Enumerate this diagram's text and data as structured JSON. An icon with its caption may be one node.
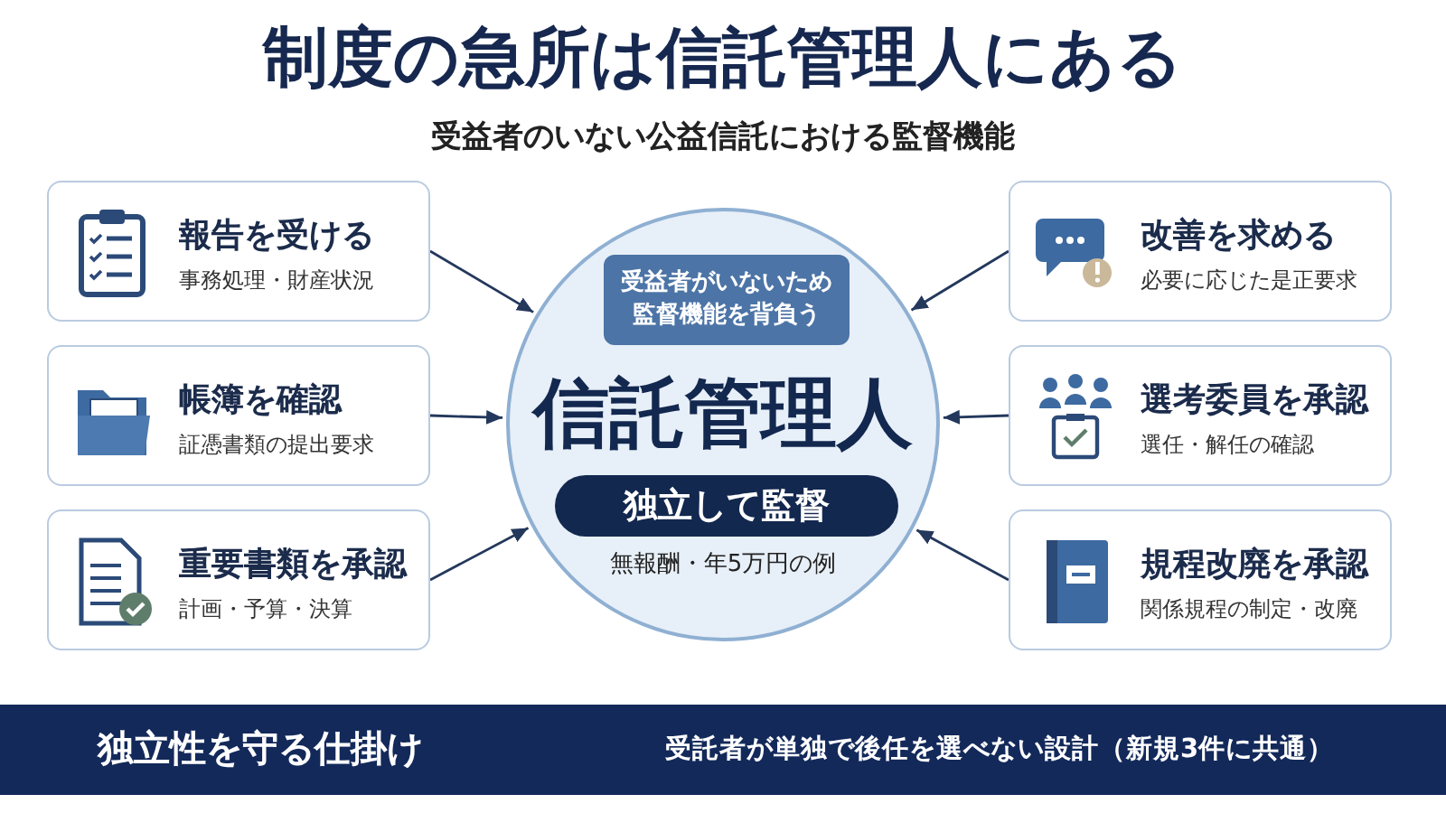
{
  "diagram": {
    "title": "制度の急所は信託管理人にある",
    "nodes": [
      {
        "text": [
          "信託管理人",
          "無報酬・年5万円の例"
        ]
      },
      {
        "text": [
          "受益者がいないため監督機能を背負う"
        ],
        "in": 0
      },
      {
        "text": [
          "独立して監督"
        ],
        "in": 0
      },
      {
        "text": [
          "報告を受ける",
          "事務処理・財産状況"
        ]
      },
      {
        "text": [
          "改善を求める",
          "必要に応じた是正要求"
        ]
      },
      {
        "text": [
          "帳簿を確認",
          "証憑書類の提出要求"
        ]
      },
      {
        "text": [
          "選考委員を承認",
          "選任・解任の確認"
        ]
      },
      {
        "text": [
          "重要書類を承認",
          "計画・予算・決算"
        ]
      },
      {
        "text": [
          "規程改廃を承認",
          "関係規程の制定・改廃"
        ]
      },
      {
        "text": [
          "独立性を守る仕掛け",
          "受託者が単独で後任を選べない設計（新規3件に共通）"
        ]
      }
    ],
    "edges": [
      {
        "from": 3,
        "to": 0,
        "arrow": "to"
      },
      {
        "from": 4,
        "to": 0,
        "arrow": "to"
      },
      {
        "from": 5,
        "to": 0,
        "arrow": "to"
      },
      {
        "from": 6,
        "to": 0,
        "arrow": "to"
      },
      {
        "from": 7,
        "to": 0,
        "arrow": "to"
      },
      {
        "from": 8,
        "to": 0,
        "arrow": "to"
      }
    ],
    "labels": [
      "受益者のいない公益信託における監督機能"
    ]
  }
}
